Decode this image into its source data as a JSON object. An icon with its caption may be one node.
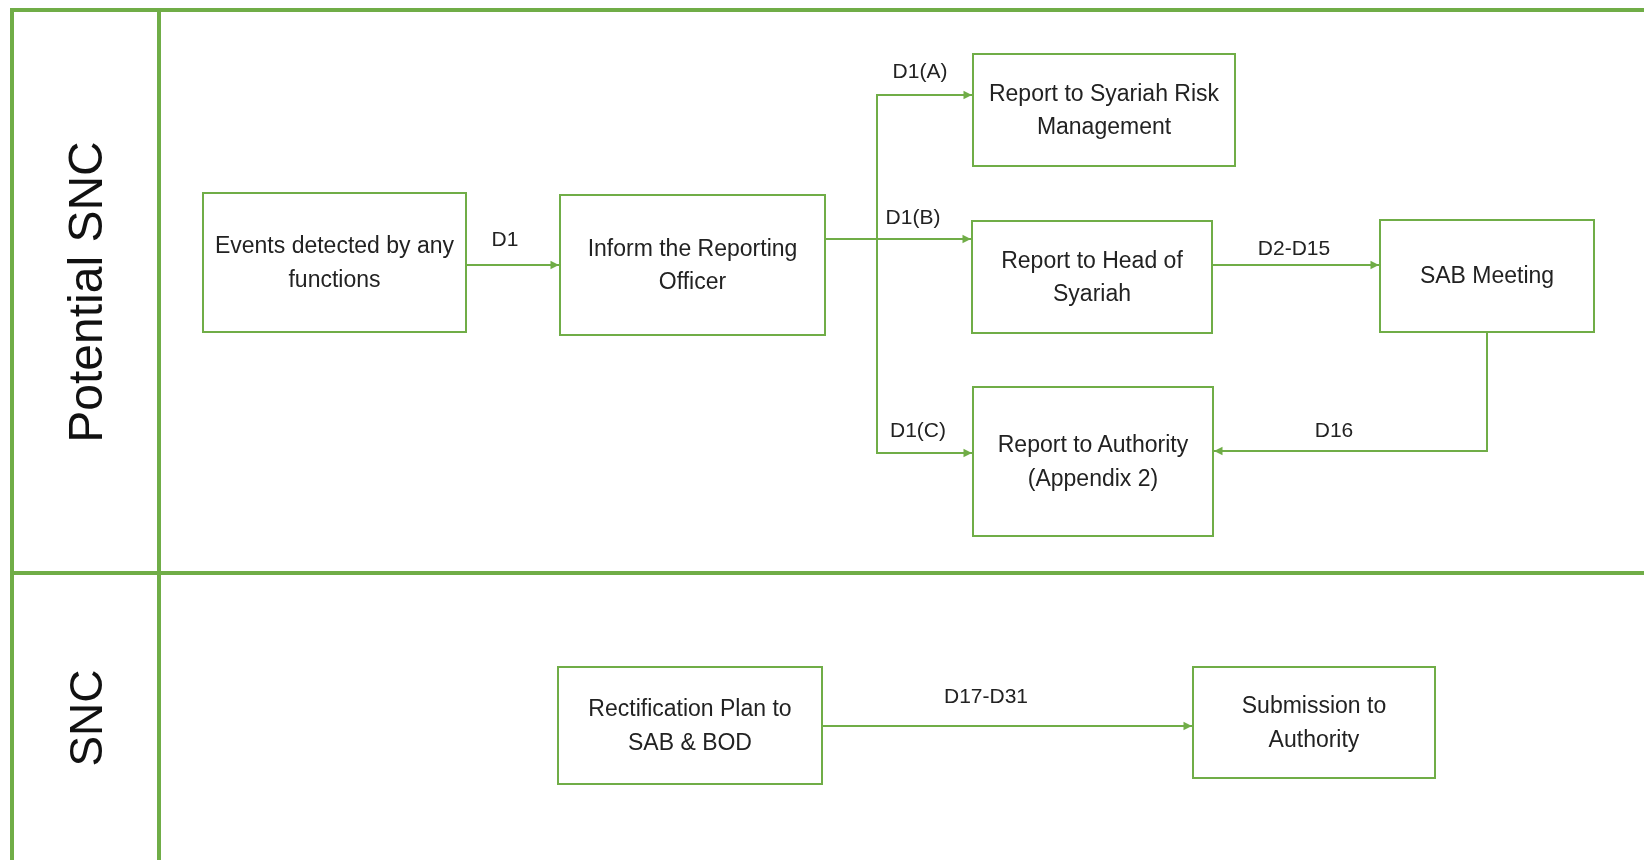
{
  "diagram": {
    "nodes": [
      {
        "text": [
          "Potential SNC"
        ]
      },
      {
        "text": [
          "Events detected by any functions"
        ],
        "in": 0
      },
      {
        "text": [
          "Inform the Reporting Officer"
        ],
        "in": 0
      },
      {
        "text": [
          "Report to Syariah Risk Management"
        ],
        "in": 0
      },
      {
        "text": [
          "Report to Head of Syariah"
        ],
        "in": 0
      },
      {
        "text": [
          "SAB Meeting"
        ],
        "in": 0
      },
      {
        "text": [
          "Report to Authority (Appendix 2)"
        ],
        "in": 0
      },
      {
        "text": [
          "SNC"
        ]
      },
      {
        "text": [
          "Rectification Plan to SAB & BOD"
        ],
        "in": 7
      },
      {
        "text": [
          "Submission to Authority"
        ],
        "in": 7
      }
    ],
    "edges": [
      {
        "from": 1,
        "to": 2,
        "arrow": "to",
        "label": "D1"
      },
      {
        "from": 2,
        "to": 3,
        "arrow": "to",
        "label": "D1(A)"
      },
      {
        "from": 2,
        "to": 4,
        "arrow": "to",
        "label": "D1(B)"
      },
      {
        "from": 2,
        "to": 6,
        "arrow": "to",
        "label": "D1(C)"
      },
      {
        "from": 4,
        "to": 5,
        "arrow": "to",
        "label": "D2-D15"
      },
      {
        "from": 5,
        "to": 6,
        "arrow": "to",
        "label": "D16"
      },
      {
        "from": 8,
        "to": 9,
        "arrow": "to",
        "label": "D17-D31"
      }
    ]
  }
}
